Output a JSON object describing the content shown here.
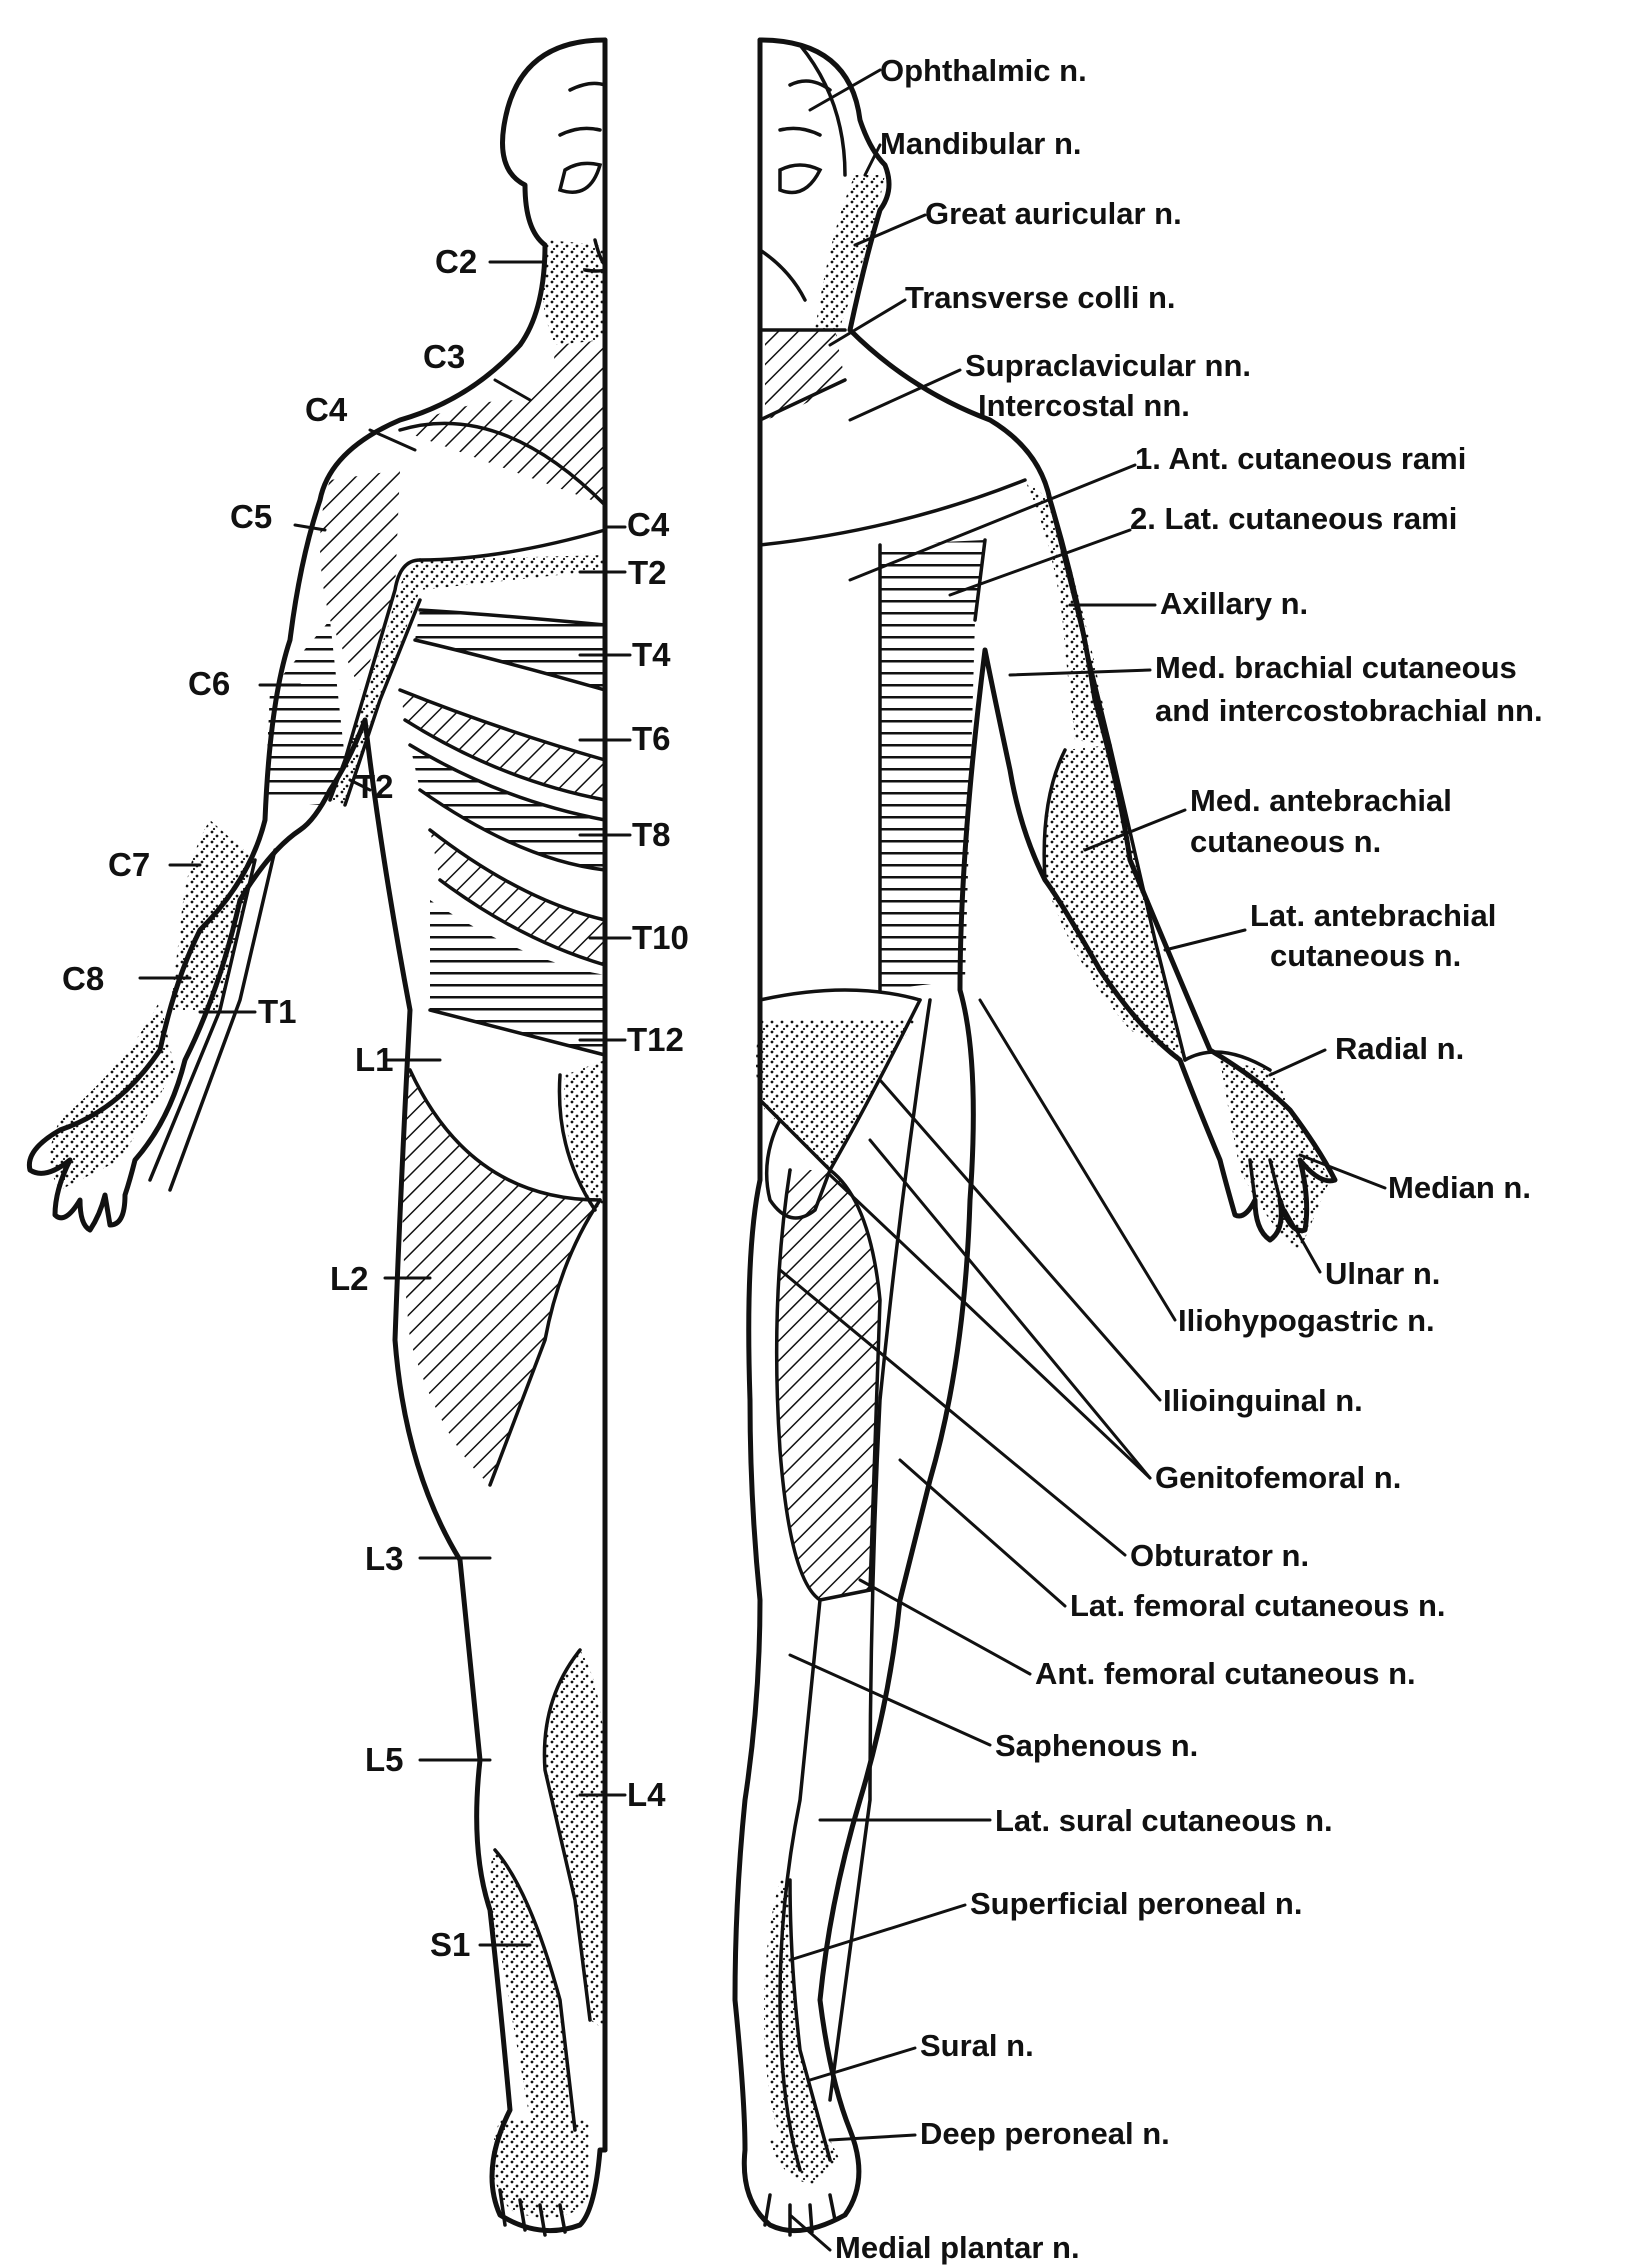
{
  "dermatomes": {
    "c2": "C2",
    "c3": "C3",
    "c4": "C4",
    "c4_mid": "C4",
    "c5": "C5",
    "c6": "C6",
    "c7": "C7",
    "c8": "C8",
    "t1": "T1",
    "t2_arm": "T2",
    "t2": "T2",
    "t4": "T4",
    "t6": "T6",
    "t8": "T8",
    "t10": "T10",
    "t12": "T12",
    "l1": "L1",
    "l2": "L2",
    "l3": "L3",
    "l4": "L4",
    "l5": "L5",
    "s1": "S1"
  },
  "nerves": {
    "ophthalmic": "Ophthalmic n.",
    "mandibular": "Mandibular n.",
    "great_auricular": "Great auricular n.",
    "transverse_colli": "Transverse colli n.",
    "supraclavicular": "Supraclavicular nn.",
    "intercostal": "Intercostal nn.",
    "ant_cutaneous_rami": "1. Ant. cutaneous rami",
    "lat_cutaneous_rami": "2. Lat. cutaneous rami",
    "axillary": "Axillary n.",
    "med_brachial_1": "Med. brachial cutaneous",
    "med_brachial_2": "and intercostobrachial nn.",
    "med_antebrachial_1": "Med. antebrachial",
    "med_antebrachial_2": "cutaneous n.",
    "lat_antebrachial_1": "Lat. antebrachial",
    "lat_antebrachial_2": "cutaneous n.",
    "radial": "Radial n.",
    "median": "Median n.",
    "ulnar": "Ulnar n.",
    "iliohypogastric": "Iliohypogastric n.",
    "ilioinguinal": "Ilioinguinal n.",
    "genitofemoral": "Genitofemoral n.",
    "obturator": "Obturator n.",
    "lat_femoral_cutaneous": "Lat. femoral cutaneous n.",
    "ant_femoral_cutaneous": "Ant. femoral cutaneous n.",
    "saphenous": "Saphenous n.",
    "lat_sural_cutaneous": "Lat. sural cutaneous n.",
    "superficial_peroneal": "Superficial peroneal n.",
    "sural": "Sural n.",
    "deep_peroneal": "Deep peroneal n.",
    "medial_plantar": "Medial plantar n."
  }
}
